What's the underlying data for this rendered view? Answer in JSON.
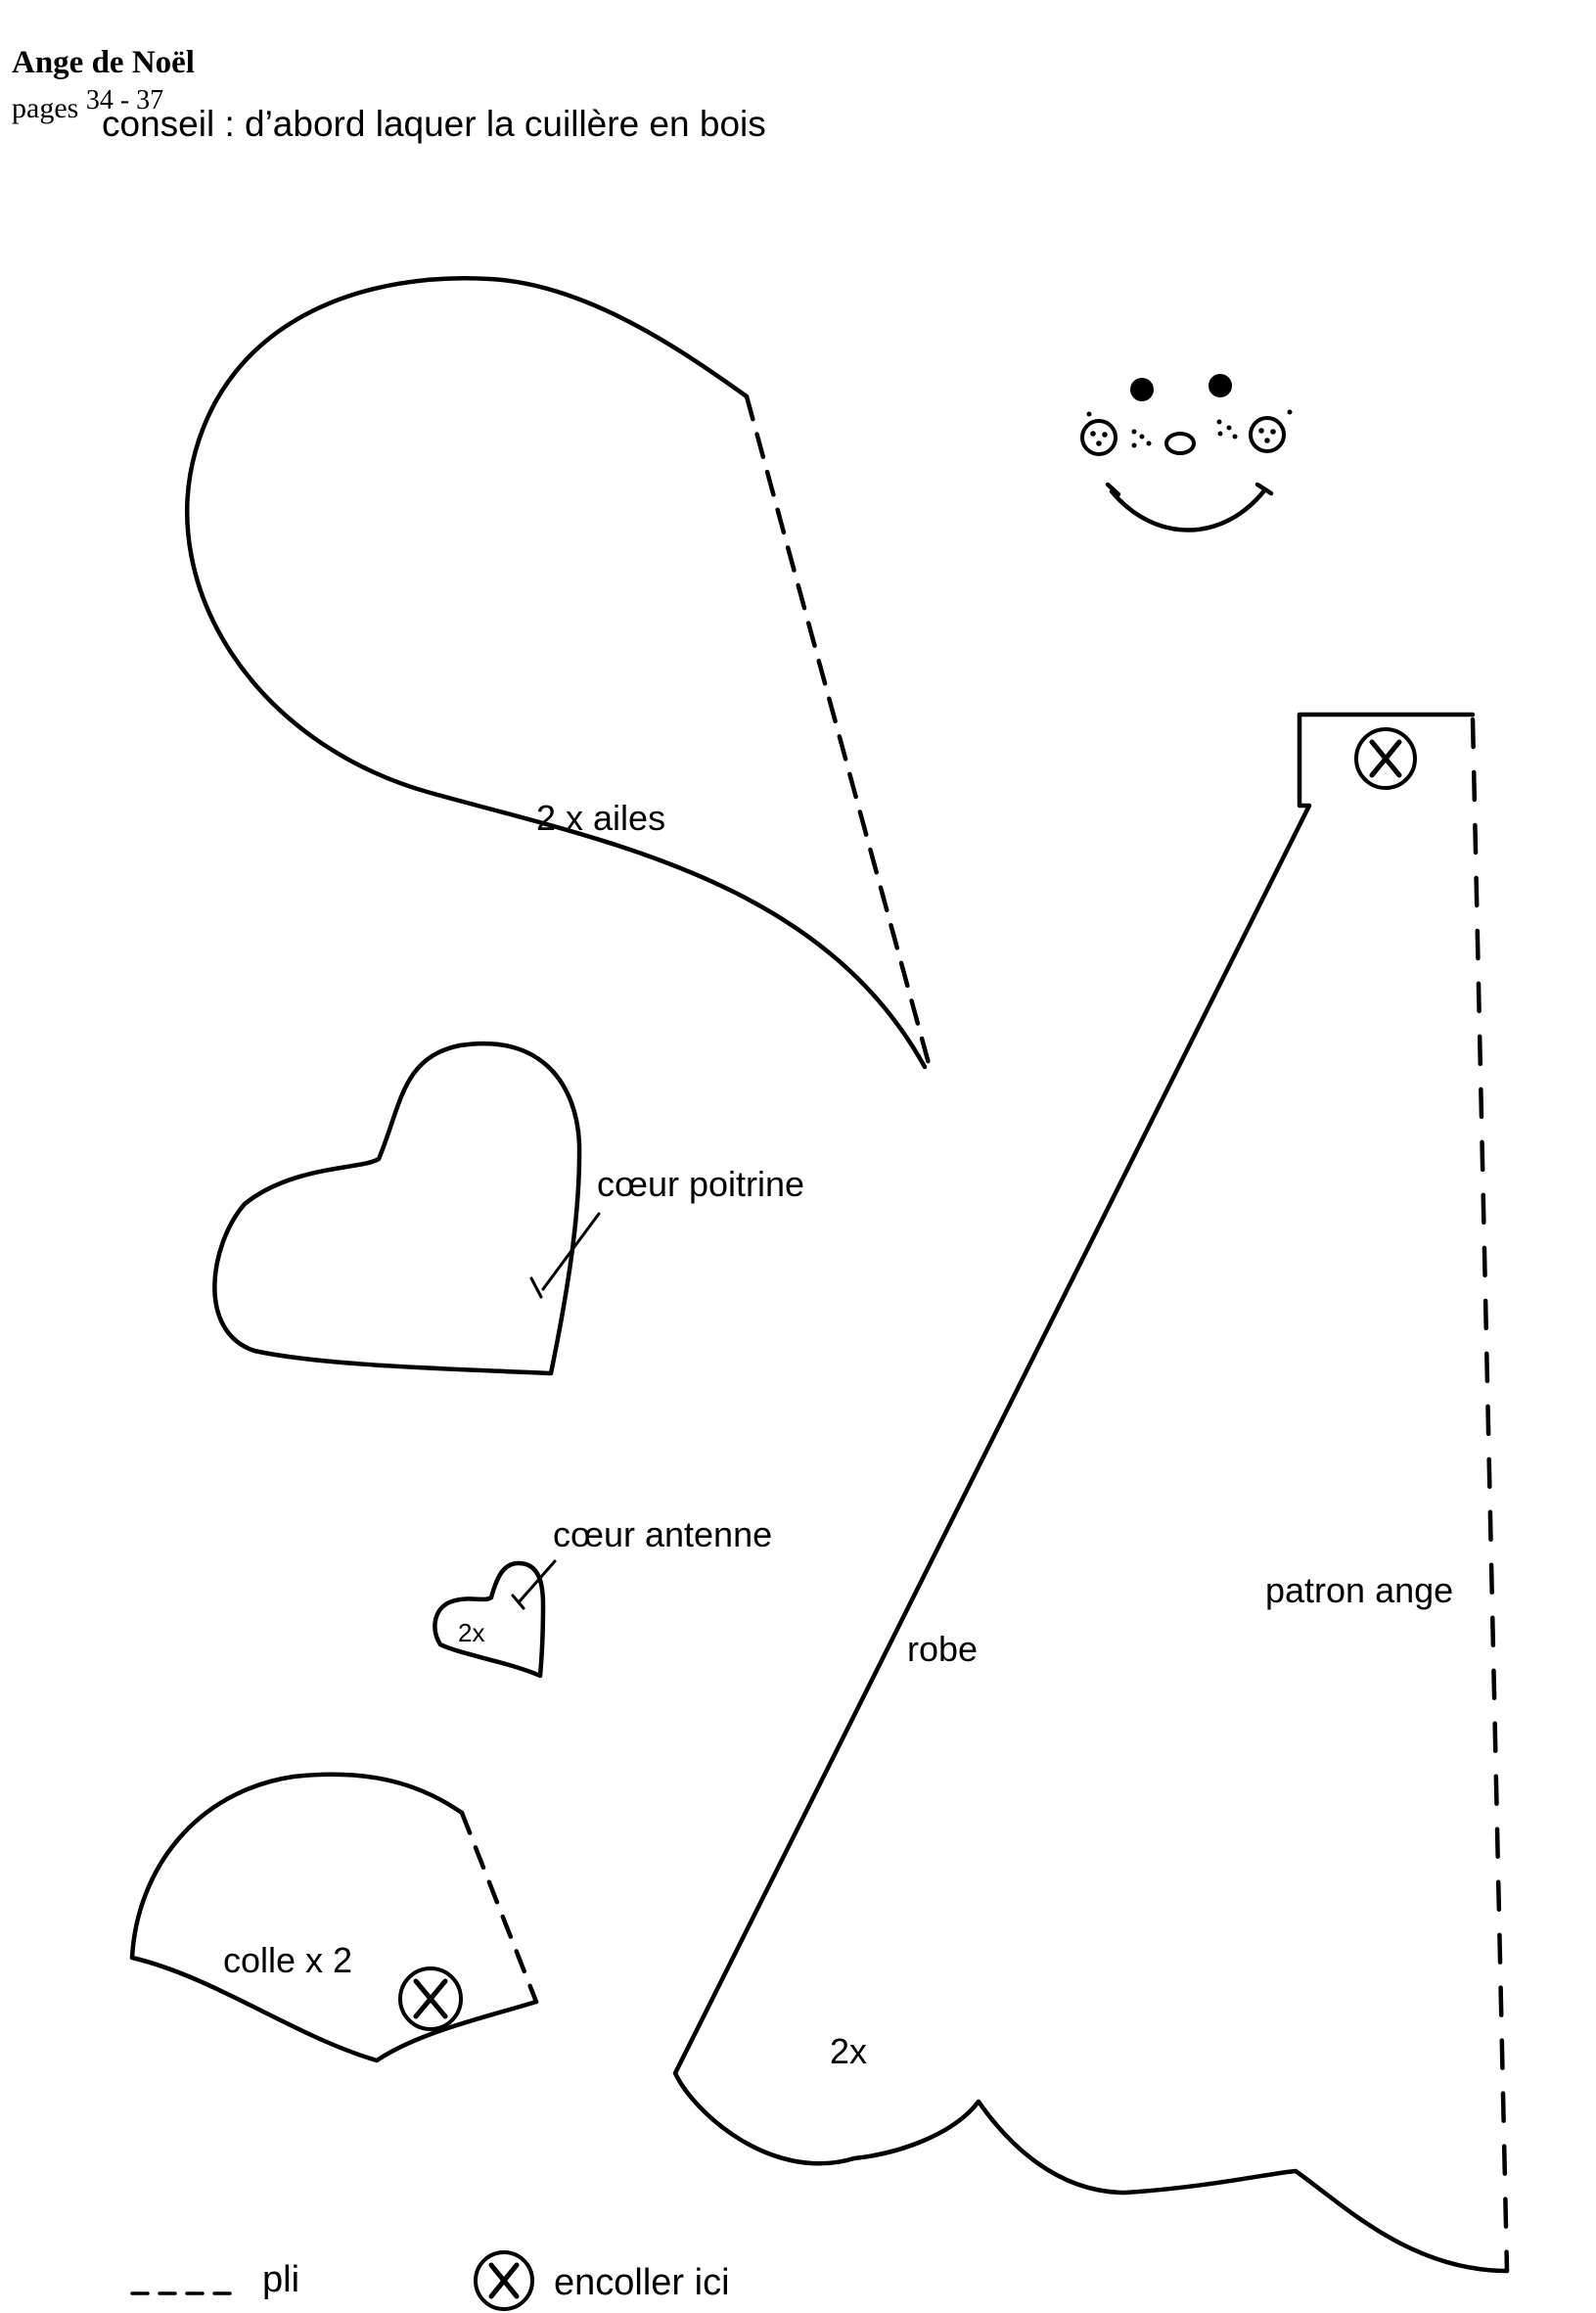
{
  "header": {
    "title": "Ange de Noël",
    "pages_prefix": "pages",
    "pages_range": "34 - 37",
    "tip": "conseil : d’abord laquer la cuillère en bois"
  },
  "labels": {
    "wings": "2 x ailes",
    "chest_heart": "cœur poitrine",
    "antenna_heart": "cœur antenne",
    "antenna_count": "2x",
    "collar": "colle x 2",
    "dress": "robe",
    "dress_count": "2x",
    "pattern": "patron ange"
  },
  "legend": {
    "fold": "pli",
    "glue": "encoller ici"
  },
  "icons": {
    "glue_marker": "circled-x-icon",
    "fold_line": "dashed-line-icon"
  }
}
